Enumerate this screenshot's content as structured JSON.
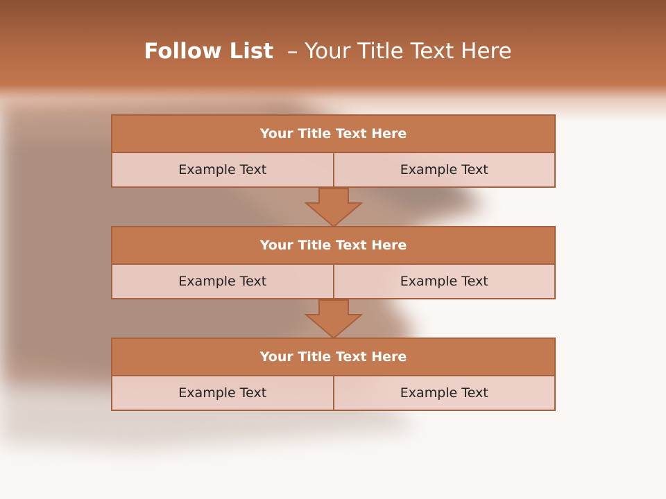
{
  "title": {
    "bold": "Follow List",
    "rest": "– Your Title Text Here"
  },
  "blocks": [
    {
      "heading": "Your Title Text Here",
      "cells": [
        "Example Text",
        "Example Text"
      ]
    },
    {
      "heading": "Your Title Text Here",
      "cells": [
        "Example Text",
        "Example Text"
      ]
    },
    {
      "heading": "Your Title Text Here",
      "cells": [
        "Example Text",
        "Example Text"
      ]
    }
  ],
  "colors": {
    "accent": "#c47a51",
    "border": "#a85f3b",
    "cell": "#ebcdc4",
    "header_dark": "#8a5033"
  },
  "icons": [
    "down-arrow-icon",
    "down-arrow-icon"
  ]
}
